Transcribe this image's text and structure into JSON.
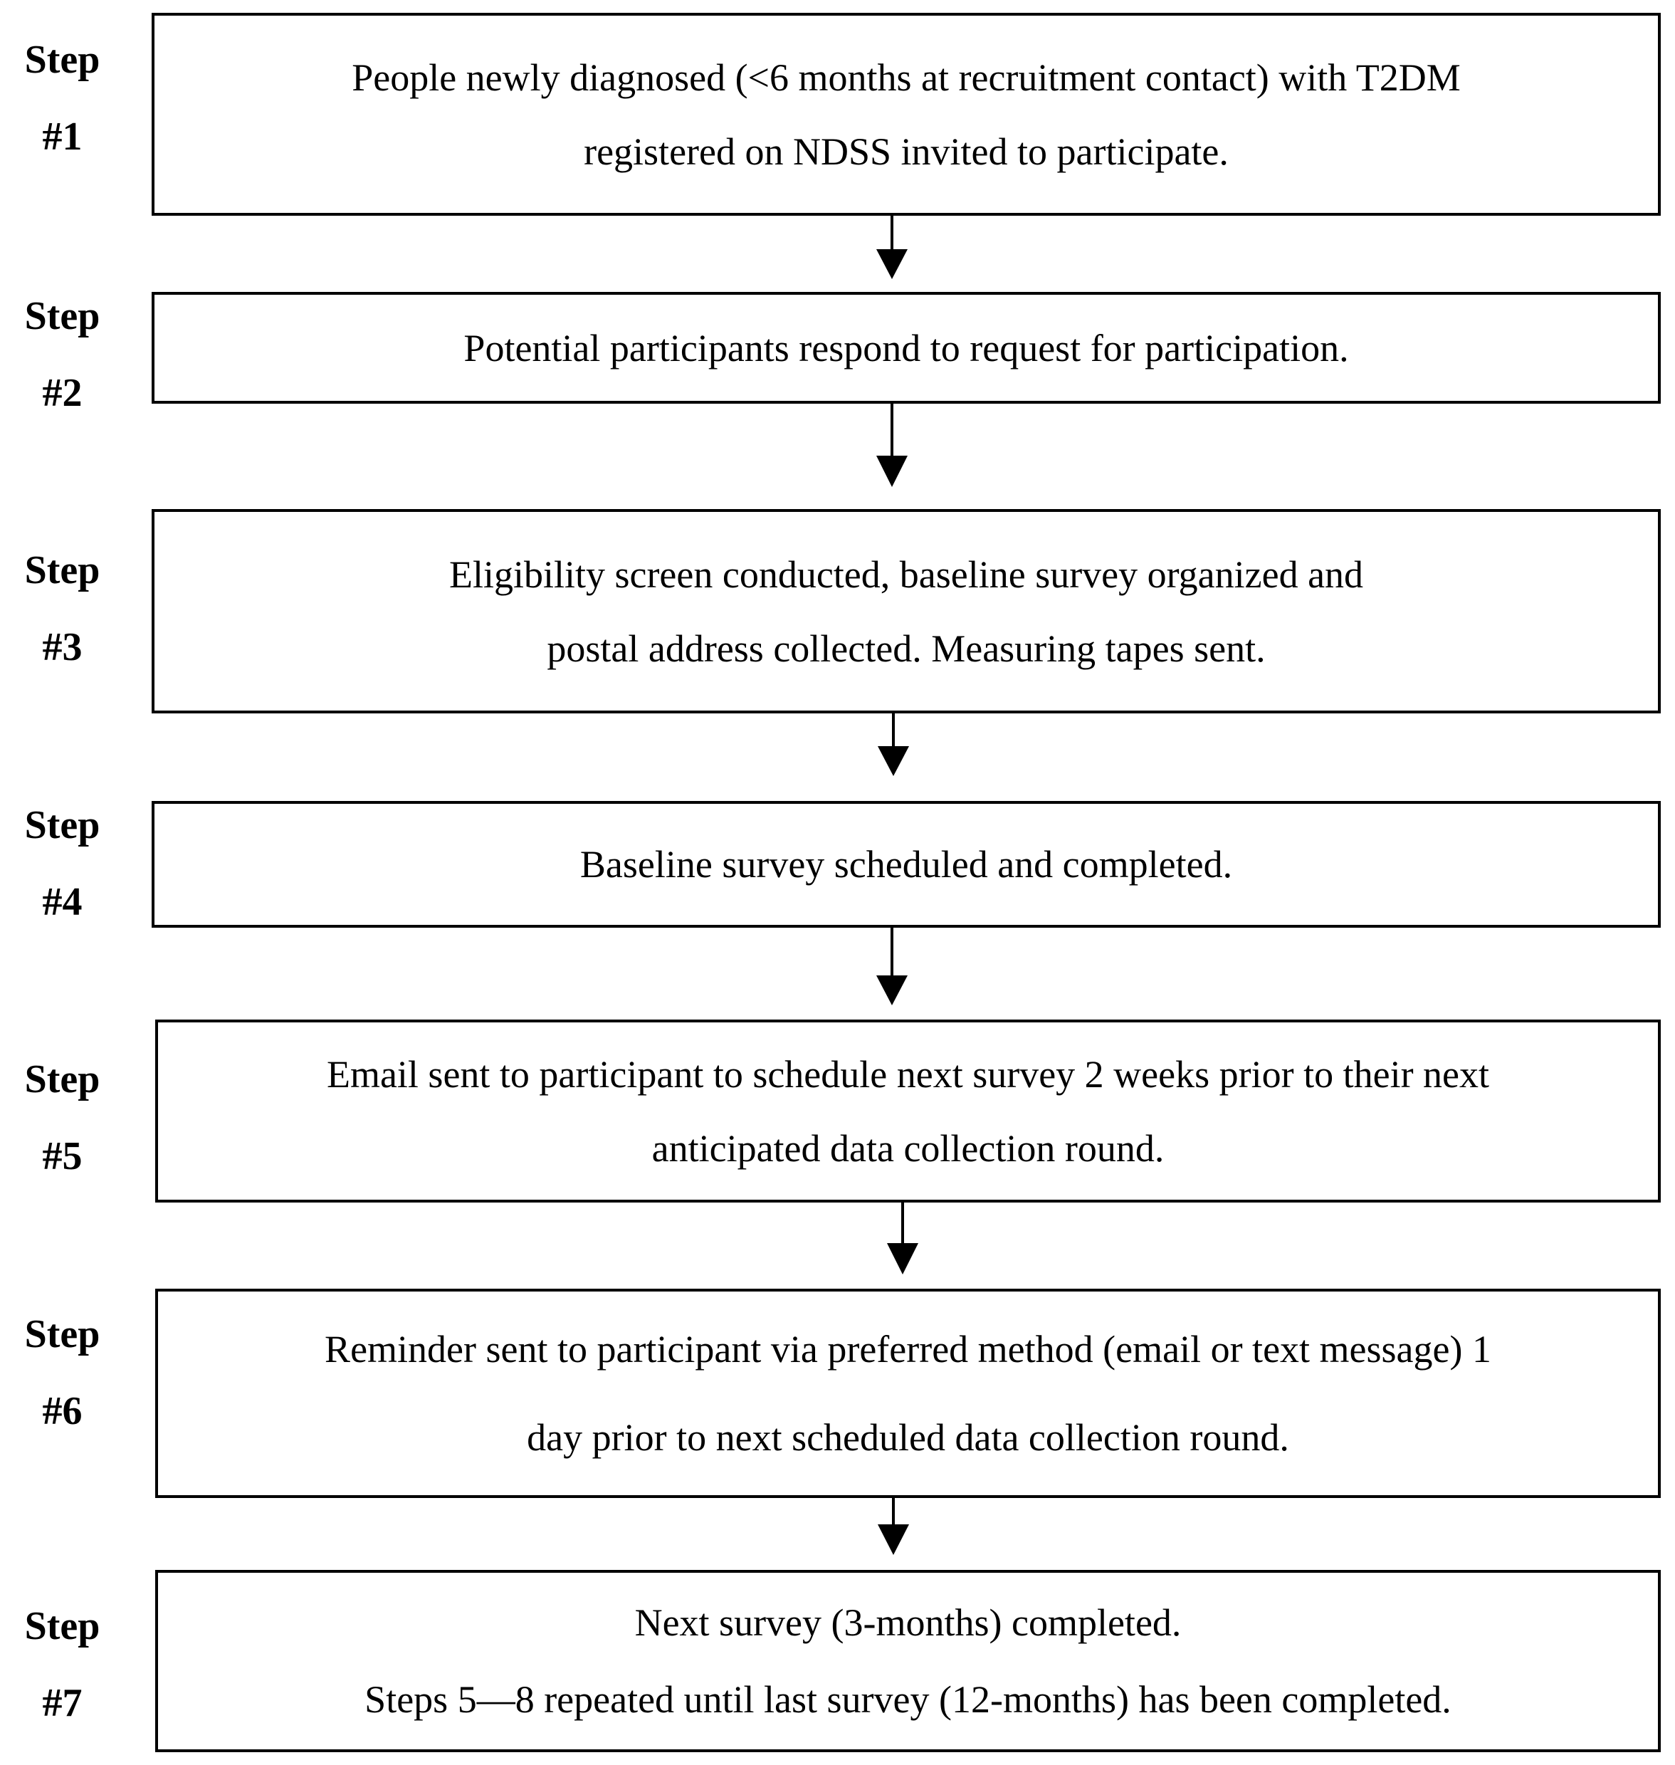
{
  "steps": [
    {
      "label_word": "Step",
      "label_num": "#1",
      "lines": [
        "People newly diagnosed (<6 months at recruitment contact) with T2DM",
        "registered on NDSS invited to participate."
      ]
    },
    {
      "label_word": "Step",
      "label_num": "#2",
      "lines": [
        "Potential participants respond to request for participation."
      ]
    },
    {
      "label_word": "Step",
      "label_num": "#3",
      "lines": [
        "Eligibility screen conducted, baseline survey organized and",
        "postal address collected. Measuring tapes sent."
      ]
    },
    {
      "label_word": "Step",
      "label_num": "#4",
      "lines": [
        "Baseline survey scheduled and completed."
      ]
    },
    {
      "label_word": "Step",
      "label_num": "#5",
      "lines": [
        "Email sent to participant to schedule next survey 2 weeks prior to their next",
        "anticipated data collection round."
      ]
    },
    {
      "label_word": "Step",
      "label_num": "#6",
      "lines": [
        "Reminder sent to participant via preferred method (email or text message) 1",
        "day prior to next scheduled data collection round."
      ]
    },
    {
      "label_word": "Step",
      "label_num": "#7",
      "lines": [
        "Next survey (3-months) completed.",
        "Steps 5—8 repeated until last survey (12-months) has been completed."
      ]
    }
  ]
}
